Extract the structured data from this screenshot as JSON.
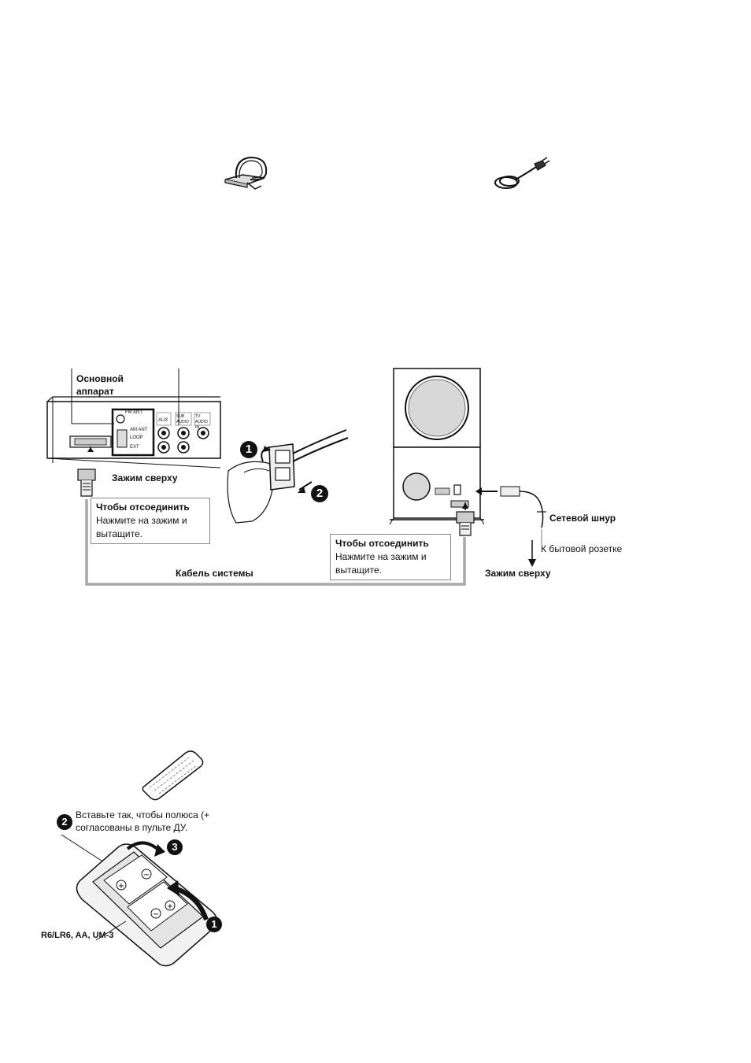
{
  "accessories": {
    "loop_antenna_icon": "loop-antenna-icon",
    "power_cord_icon": "power-cord-icon"
  },
  "connection": {
    "main_unit_label_line1": "Основной",
    "main_unit_label_line2": "аппарат",
    "clip_top_left": "Зажим сверху",
    "clip_top_right": "Зажим сверху",
    "disconnect_left": {
      "title": "Чтобы отсоединить",
      "line1": "Нажмите на зажим и",
      "line2": "вытащите."
    },
    "disconnect_right": {
      "title": "Чтобы отсоединить",
      "line1": "Нажмите на зажим и",
      "line2": "вытащите."
    },
    "system_cable": "Кабель системы",
    "power_cord": "Сетевой шнур",
    "to_outlet": "К бытовой розетке",
    "step1": "1",
    "step2": "2",
    "panel_labels": {
      "fm_ant": "FM ANT",
      "am_ant": "AM ANT",
      "loop": "LOOP",
      "ext": "EXT",
      "aux": "AUX",
      "sub_audio": "SUB AUDIO",
      "tv_audio_in": "TV AUDIO IN"
    }
  },
  "remote": {
    "insert_line1": "Вставьте так, чтобы полюса (+",
    "insert_line2": "согласованы в пульте ДУ.",
    "battery_type": "R6/LR6, AA, UM-3",
    "step1": "1",
    "step2": "2",
    "step3": "3"
  }
}
